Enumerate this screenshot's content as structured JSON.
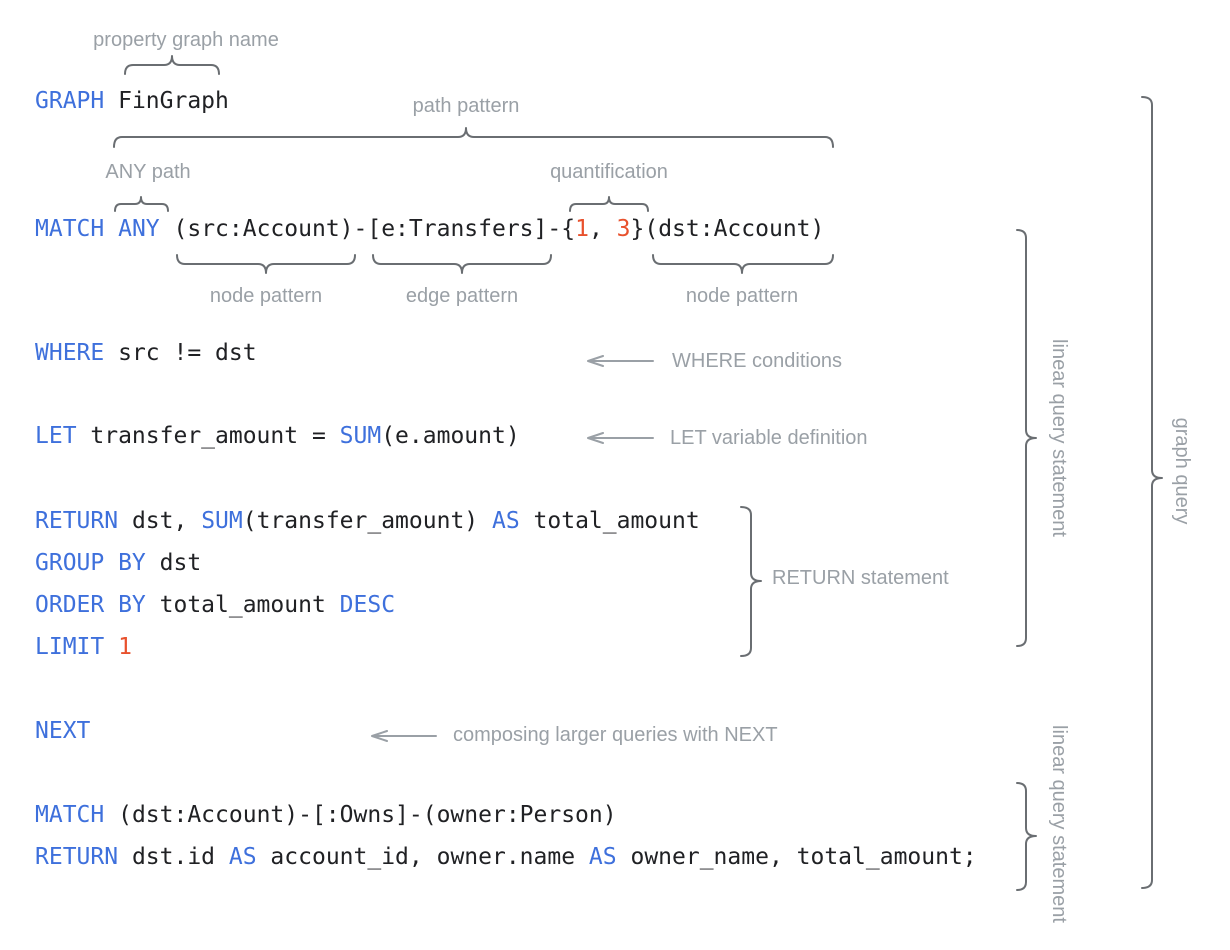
{
  "palette": {
    "keyword_blue": "#3e70dc",
    "number_red": "#e8512d",
    "code_text": "#202124",
    "label_gray": "#9aa0a6",
    "brace_gray": "#6a6e72"
  },
  "annotations": {
    "property_graph_name": "property graph name",
    "path_pattern": "path pattern",
    "any_path": "ANY path",
    "quantification": "quantification",
    "node_pattern_1": "node pattern",
    "edge_pattern": "edge pattern",
    "node_pattern_2": "node pattern",
    "where_conditions": "WHERE conditions",
    "let_variable_definition": "LET variable definition",
    "return_statement": "RETURN statement",
    "composing_next": "composing larger queries with NEXT",
    "linear_query_statement_1": "linear query statement",
    "linear_query_statement_2": "linear query statement",
    "graph_query": "graph query"
  },
  "code": {
    "lines": [
      {
        "name": "graph-clause",
        "tokens": [
          {
            "c": "k",
            "t": "GRAPH"
          },
          {
            "c": "p",
            "t": " FinGraph"
          }
        ]
      },
      {
        "name": "match-clause",
        "tokens": [
          {
            "c": "k",
            "t": "MATCH"
          },
          {
            "c": "p",
            "t": " "
          },
          {
            "c": "k",
            "t": "ANY"
          },
          {
            "c": "p",
            "t": " (src:Account)-[e:Transfers]-{"
          },
          {
            "c": "n",
            "t": "1"
          },
          {
            "c": "p",
            "t": ", "
          },
          {
            "c": "n",
            "t": "3"
          },
          {
            "c": "p",
            "t": "}(dst:Account)"
          }
        ]
      },
      {
        "name": "where-clause",
        "tokens": [
          {
            "c": "k",
            "t": "WHERE"
          },
          {
            "c": "p",
            "t": " src != dst"
          }
        ]
      },
      {
        "name": "let-clause",
        "tokens": [
          {
            "c": "k",
            "t": "LET"
          },
          {
            "c": "p",
            "t": " transfer_amount = "
          },
          {
            "c": "k",
            "t": "SUM"
          },
          {
            "c": "p",
            "t": "(e.amount)"
          }
        ]
      },
      {
        "name": "return-clause",
        "tokens": [
          {
            "c": "k",
            "t": "RETURN"
          },
          {
            "c": "p",
            "t": " dst, "
          },
          {
            "c": "k",
            "t": "SUM"
          },
          {
            "c": "p",
            "t": "(transfer_amount) "
          },
          {
            "c": "k",
            "t": "AS"
          },
          {
            "c": "p",
            "t": " total_amount"
          }
        ]
      },
      {
        "name": "group-by-clause",
        "tokens": [
          {
            "c": "k",
            "t": "GROUP BY"
          },
          {
            "c": "p",
            "t": " dst"
          }
        ]
      },
      {
        "name": "order-by-clause",
        "tokens": [
          {
            "c": "k",
            "t": "ORDER BY"
          },
          {
            "c": "p",
            "t": " total_amount "
          },
          {
            "c": "k",
            "t": "DESC"
          }
        ]
      },
      {
        "name": "limit-clause",
        "tokens": [
          {
            "c": "k",
            "t": "LIMIT"
          },
          {
            "c": "p",
            "t": " "
          },
          {
            "c": "n",
            "t": "1"
          }
        ]
      },
      {
        "name": "next-clause",
        "tokens": [
          {
            "c": "k",
            "t": "NEXT"
          }
        ]
      },
      {
        "name": "match-clause-2",
        "tokens": [
          {
            "c": "k",
            "t": "MATCH"
          },
          {
            "c": "p",
            "t": " (dst:Account)-[:Owns]-(owner:Person)"
          }
        ]
      },
      {
        "name": "return-clause-2",
        "tokens": [
          {
            "c": "k",
            "t": "RETURN"
          },
          {
            "c": "p",
            "t": " dst.id "
          },
          {
            "c": "k",
            "t": "AS"
          },
          {
            "c": "p",
            "t": " account_id, owner.name "
          },
          {
            "c": "k",
            "t": "AS"
          },
          {
            "c": "p",
            "t": " owner_name, total_amount;"
          }
        ]
      }
    ]
  }
}
